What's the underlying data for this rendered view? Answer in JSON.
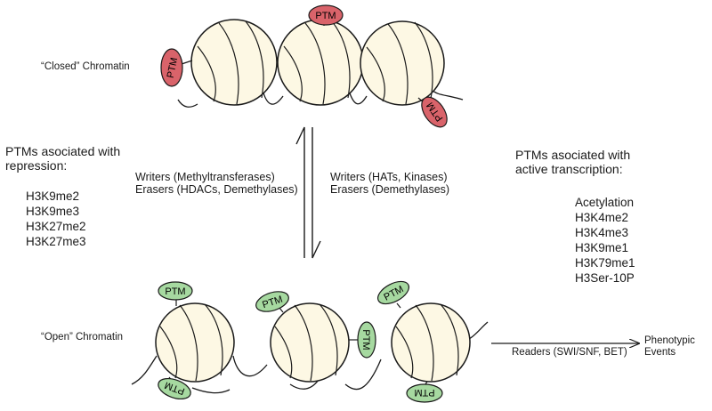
{
  "closed_state": {
    "label": "“Closed” Chromatin",
    "ptm_tags": [
      "PTM",
      "PTM",
      "PTM"
    ],
    "ptm_color": "#d9636a"
  },
  "open_state": {
    "label": "“Open” Chromatin",
    "ptm_tags": [
      "PTM",
      "PTM",
      "PTM",
      "PTM",
      "PTM",
      "PTM"
    ],
    "ptm_color": "#a6d9a0"
  },
  "nucleosome_fill": "#fdf8e4",
  "repression": {
    "heading": [
      "PTMs asociated with",
      "repression:"
    ],
    "marks": [
      "H3K9me2",
      "H3K9me3",
      "H3K27me2",
      "H3K27me3"
    ]
  },
  "activation": {
    "heading": [
      "PTMs asociated with",
      "active transcription:"
    ],
    "marks": [
      "Acetylation",
      "H3K4me2",
      "H3K4me3",
      "H3K9me1",
      "H3K79me1",
      "H3Ser-10P"
    ]
  },
  "transition_left": {
    "writers": "Writers (Methyltransferases)",
    "erasers": "Erasers (HDACs, Demethylases)"
  },
  "transition_right": {
    "writers": "Writers (HATs, Kinases)",
    "erasers": "Erasers (Demethylases)"
  },
  "readers": {
    "label": "Readers (SWI/SNF, BET)",
    "outcome": [
      "Phenotypic",
      "Events"
    ]
  }
}
